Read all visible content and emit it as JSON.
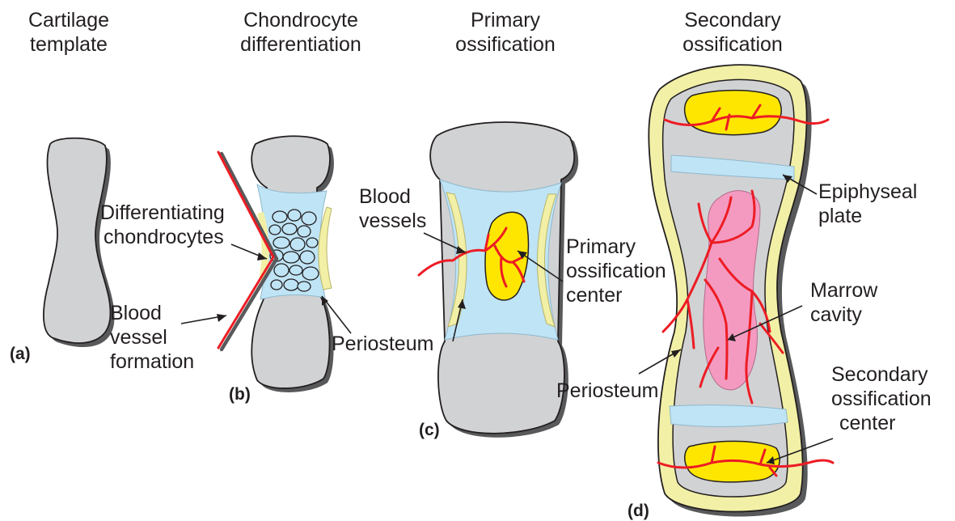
{
  "stages": [
    {
      "letter": "(a)",
      "title_line1": "Cartilage",
      "title_line2": "template"
    },
    {
      "letter": "(b)",
      "title_line1": "Chondrocyte",
      "title_line2": "differentiation"
    },
    {
      "letter": "(c)",
      "title_line1": "Primary",
      "title_line2": "ossification"
    },
    {
      "letter": "(d)",
      "title_line1": "Secondary",
      "title_line2": "ossification"
    }
  ],
  "labels": {
    "differentiating_chondrocytes": [
      "Differentiating",
      "chondrocytes"
    ],
    "blood_vessel_formation": [
      "Blood",
      "vessel",
      "formation"
    ],
    "periosteum_b": "Periosteum",
    "blood_vessels": [
      "Blood",
      "vessels"
    ],
    "primary_ossification_center": [
      "Primary",
      "ossification",
      "center"
    ],
    "periosteum_d": "Periosteum",
    "epiphyseal_plate": [
      "Epiphyseal",
      "plate"
    ],
    "marrow_cavity": [
      "Marrow",
      "cavity"
    ],
    "secondary_ossification_center": [
      "Secondary",
      "ossification",
      "center"
    ]
  },
  "colors": {
    "cartilage": "#d1d2d4",
    "outline": "#231f20",
    "shadow": "#58595b",
    "perichondrium": "#bfe4f5",
    "periosteum": "#f2f0a6",
    "bone": "#ffe600",
    "vessel": "#ed1c24",
    "marrow": "#f49ac1"
  }
}
